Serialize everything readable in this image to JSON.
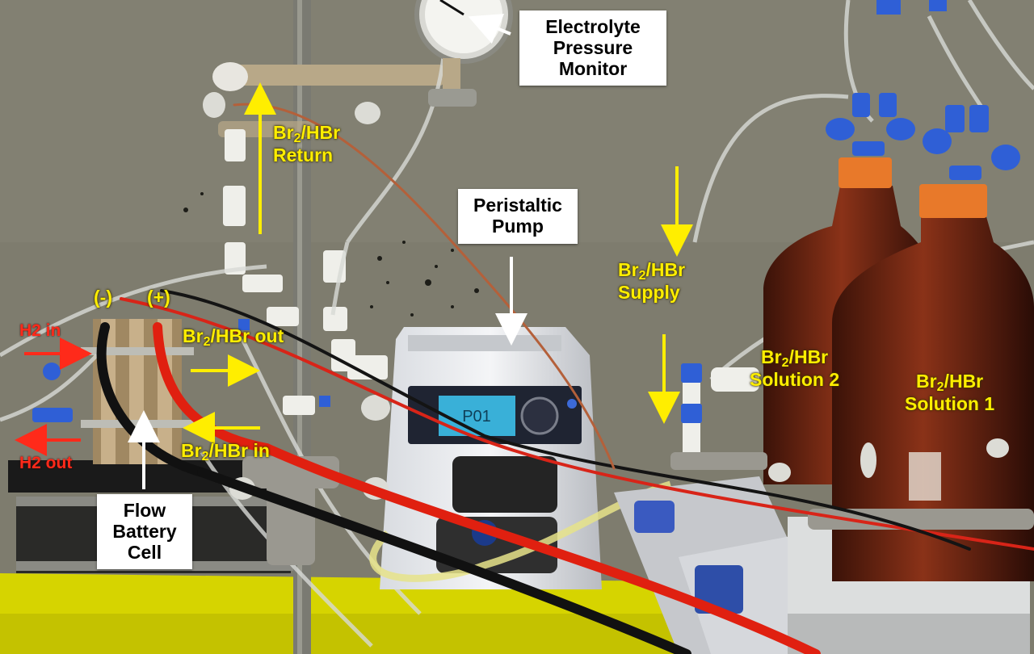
{
  "labels": {
    "pressure_monitor": [
      "Electrolyte",
      "Pressure",
      "Monitor"
    ],
    "peristaltic_pump": [
      "Peristaltic",
      "Pump"
    ],
    "flow_battery_cell": [
      "Flow",
      "Battery",
      "Cell"
    ],
    "br2_hbr_return": {
      "sub": "2",
      "line1_rest": "/HBr",
      "line2": "Return"
    },
    "br2_hbr_supply": {
      "sub": "2",
      "line1_rest": "/HBr",
      "line2": "Supply"
    },
    "br2_hbr_out": {
      "sub": "2",
      "rest": "/HBr out"
    },
    "br2_hbr_in": {
      "sub": "2",
      "rest": "/HBr in"
    },
    "solution_2": {
      "sub": "2",
      "line1_rest": "/HBr",
      "line2": "Solution 2"
    },
    "solution_1": {
      "sub": "2",
      "line1_rest": "/HBr",
      "line2": "Solution 1"
    },
    "br_prefix": "Br",
    "h2_in": "H2 in",
    "h2_out": "H2 out",
    "neg_terminal": "(-)",
    "pos_terminal": "(+)",
    "pump_display": "P01"
  },
  "colors": {
    "wall": "#7e7c6e",
    "label_yellow": "#ffee00",
    "label_red": "#ff2a1a",
    "arrow_white": "#ffffff",
    "bottle_amber": "#6b2410",
    "cap_orange": "#e8792a",
    "valve_blue": "#2f5fd6",
    "tray_yellow": "#d8d800",
    "cable_red": "#e02010",
    "pump_screen": "#39b0d8"
  }
}
